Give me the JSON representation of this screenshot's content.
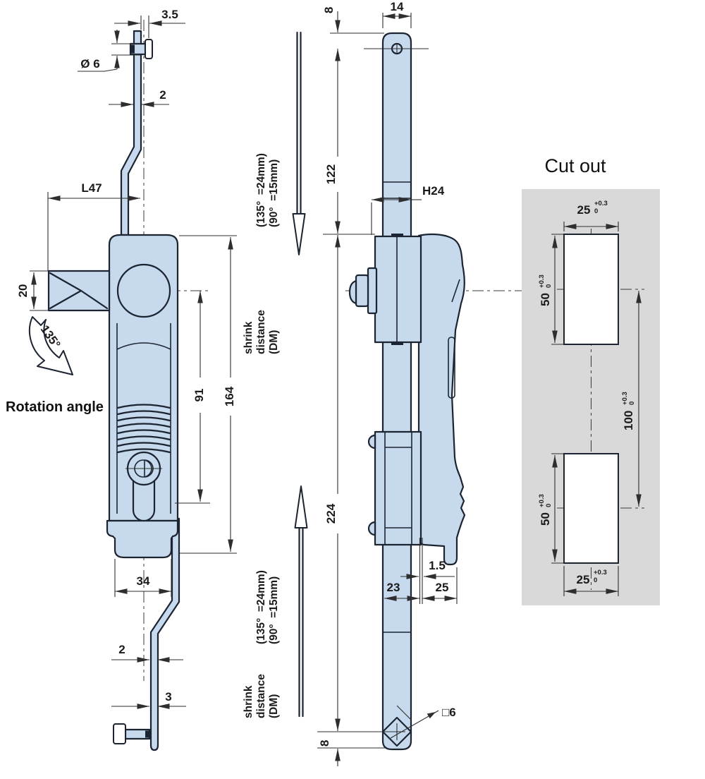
{
  "colors": {
    "part_fill": "#c6d9ed",
    "outline": "#1c2431",
    "dim_line": "#2e2e2e",
    "text": "#1a1a1a",
    "cutout_bg": "#d9d9d9"
  },
  "front_view": {
    "rotation_angle_value": "135°",
    "rotation_angle_label": "Rotation angle",
    "dims": {
      "bolt_offset": "3.5",
      "bolt_dia": "Ø 6",
      "rod_thickness_top": "2",
      "rod_length": "L47",
      "tongue_height": "20",
      "cylinder_distance": "91",
      "body_length": "164",
      "body_width": "34",
      "rod_thickness_lower": "2",
      "rod_thickness_end": "3"
    }
  },
  "side_view": {
    "dims": {
      "top_end": "8",
      "rod_width": "14",
      "upper_rod_length": "122",
      "handle_depth": "H24",
      "lower_rod_length": "224",
      "panel_gap": "1.5",
      "front_depth": "23",
      "handle_clearance": "25",
      "square_hole": "□6",
      "bottom_end": "8"
    },
    "shrink_note": {
      "word1": "shrink",
      "word2": "distance",
      "word3": "(DM)",
      "note1": "(135°  =24mm)",
      "note2": "(90°  =15mm)"
    }
  },
  "cutout_view": {
    "title": "Cut out",
    "dims": {
      "width_top": {
        "value": "25",
        "tol_plus": "+0.3",
        "tol_minus": "0"
      },
      "height_top": {
        "value": "50",
        "tol_plus": "+0.3",
        "tol_minus": "0"
      },
      "center_spacing": {
        "value": "100",
        "tol_plus": "+0.3",
        "tol_minus": "0"
      },
      "height_bottom": {
        "value": "50",
        "tol_plus": "+0.3",
        "tol_minus": "0"
      },
      "width_bottom": {
        "value": "25",
        "tol_plus": "+0.3",
        "tol_minus": "0"
      }
    }
  }
}
